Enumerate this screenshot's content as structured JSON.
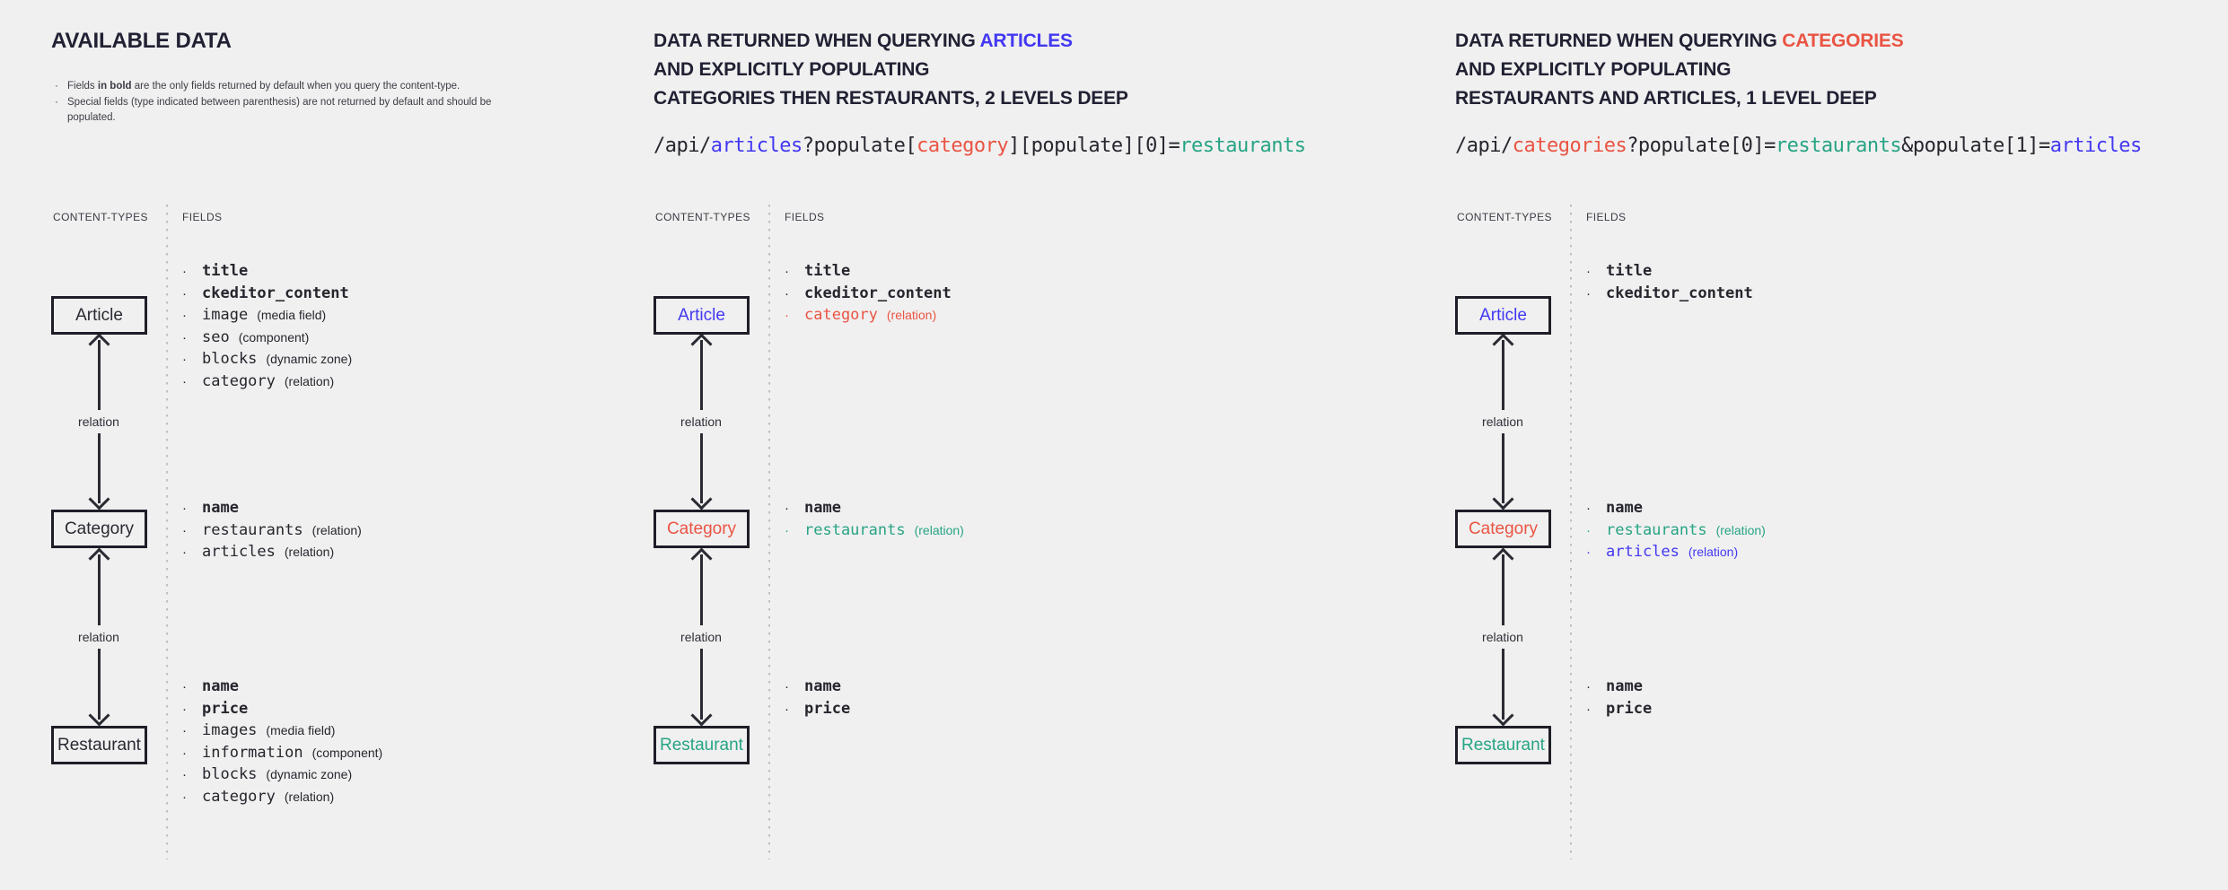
{
  "colors": {
    "background": "#f0f0f0",
    "text_dark": "#212134",
    "blue": "#4338f2",
    "red": "#ea5443",
    "teal": "#27a484"
  },
  "panels": [
    {
      "title": {
        "line1": "AVAILABLE DATA"
      },
      "notes": {
        "bullet": "·",
        "n1_pre": "Fields ",
        "n1_bold": "in bold",
        "n1_post": " are the only fields returned by default when you query the content-type.",
        "n2": "Special fields (type indicated between parenthesis) are not returned by default and should be populated."
      },
      "labels": {
        "content_types": "CONTENT-TYPES",
        "fields": "FIELDS",
        "relation": "relation"
      },
      "boxes": [
        {
          "label": "Article",
          "color": "dark"
        },
        {
          "label": "Category",
          "color": "dark"
        },
        {
          "label": "Restaurant",
          "color": "dark"
        }
      ],
      "groups": [
        {
          "items": [
            {
              "name": "title",
              "bold": true
            },
            {
              "name": "ckeditor_content",
              "bold": true
            },
            {
              "name": "image",
              "type": "(media field)"
            },
            {
              "name": "seo",
              "type": "(component)"
            },
            {
              "name": "blocks",
              "type": "(dynamic zone)"
            },
            {
              "name": "category",
              "type": "(relation)"
            }
          ]
        },
        {
          "items": [
            {
              "name": "name",
              "bold": true
            },
            {
              "name": "restaurants",
              "type": "(relation)"
            },
            {
              "name": "articles",
              "type": "(relation)"
            }
          ]
        },
        {
          "items": [
            {
              "name": "name",
              "bold": true
            },
            {
              "name": "price",
              "bold": true
            },
            {
              "name": "images",
              "type": "(media field)"
            },
            {
              "name": "information",
              "type": "(component)"
            },
            {
              "name": "blocks",
              "type": "(dynamic zone)"
            },
            {
              "name": "category",
              "type": "(relation)"
            }
          ]
        }
      ]
    },
    {
      "title": {
        "line1_pre": "DATA RETURNED WHEN QUERYING ",
        "line1_key": "ARTICLES",
        "line2": "AND EXPLICITLY POPULATING",
        "line3": "CATEGORIES THEN RESTAURANTS, 2 LEVELS DEEP"
      },
      "code": {
        "s1": "/api/",
        "s2": "articles",
        "s3": "?populate[",
        "s4": "category",
        "s5": "][populate][0]=",
        "s6": "restaurants"
      },
      "labels": {
        "content_types": "CONTENT-TYPES",
        "fields": "FIELDS",
        "relation": "relation"
      },
      "boxes": [
        {
          "label": "Article",
          "color": "blue"
        },
        {
          "label": "Category",
          "color": "red"
        },
        {
          "label": "Restaurant",
          "color": "teal"
        }
      ],
      "groups": [
        {
          "items": [
            {
              "name": "title",
              "bold": true
            },
            {
              "name": "ckeditor_content",
              "bold": true
            },
            {
              "name": "category",
              "type": "(relation)",
              "color": "red"
            }
          ]
        },
        {
          "items": [
            {
              "name": "name",
              "bold": true
            },
            {
              "name": "restaurants",
              "type": "(relation)",
              "color": "teal"
            }
          ]
        },
        {
          "items": [
            {
              "name": "name",
              "bold": true
            },
            {
              "name": "price",
              "bold": true
            }
          ]
        }
      ]
    },
    {
      "title": {
        "line1_pre": "DATA RETURNED WHEN QUERYING ",
        "line1_key": "CATEGORIES",
        "line2": "AND EXPLICITLY POPULATING",
        "line3": "RESTAURANTS AND ARTICLES, 1 LEVEL DEEP"
      },
      "code": {
        "s1": "/api/",
        "s2": "categories",
        "s3": "?populate[0]=",
        "s4": "restaurants",
        "s5": "&populate[1]=",
        "s6": "articles"
      },
      "labels": {
        "content_types": "CONTENT-TYPES",
        "fields": "FIELDS",
        "relation": "relation"
      },
      "boxes": [
        {
          "label": "Article",
          "color": "blue"
        },
        {
          "label": "Category",
          "color": "red"
        },
        {
          "label": "Restaurant",
          "color": "teal"
        }
      ],
      "groups": [
        {
          "items": [
            {
              "name": "title",
              "bold": true
            },
            {
              "name": "ckeditor_content",
              "bold": true
            }
          ]
        },
        {
          "items": [
            {
              "name": "name",
              "bold": true
            },
            {
              "name": "restaurants",
              "type": "(relation)",
              "color": "teal"
            },
            {
              "name": "articles",
              "type": "(relation)",
              "color": "blue"
            }
          ]
        },
        {
          "items": [
            {
              "name": "name",
              "bold": true
            },
            {
              "name": "price",
              "bold": true
            }
          ]
        }
      ]
    }
  ]
}
